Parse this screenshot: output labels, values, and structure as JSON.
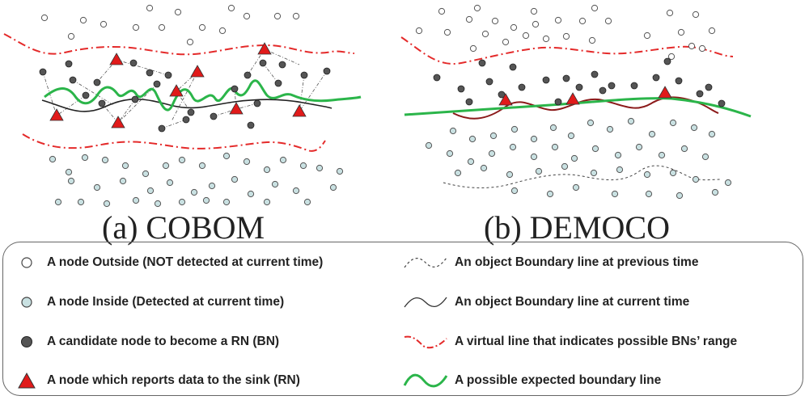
{
  "captions": {
    "a": "(a) COBOM",
    "b": "(b) DEMOCO"
  },
  "legend": {
    "outside_node": "A node Outside (NOT detected at current time)",
    "inside_node": "A node Inside (Detected at current time)",
    "candidate_node": "A candidate node to become a RN (BN)",
    "reporting_node": "A node which reports data to the sink (RN)",
    "prev_boundary": "An object Boundary line at previous time",
    "curr_boundary": "An object Boundary line at current time",
    "virtual_line": "A virtual line that indicates possible BNs’ range",
    "expected_boundary": "A possible expected boundary line"
  },
  "colors": {
    "outside_node": "#ffffff",
    "inside_node": "#c9e1e2",
    "candidate_node": "#555555",
    "reporting_node": "#e11a1a",
    "virtual_line": "#e42a2a",
    "expected_boundary": "#2bb54a",
    "boundary_current": "#222222",
    "boundary_current_b": "#8b1a1a"
  }
}
